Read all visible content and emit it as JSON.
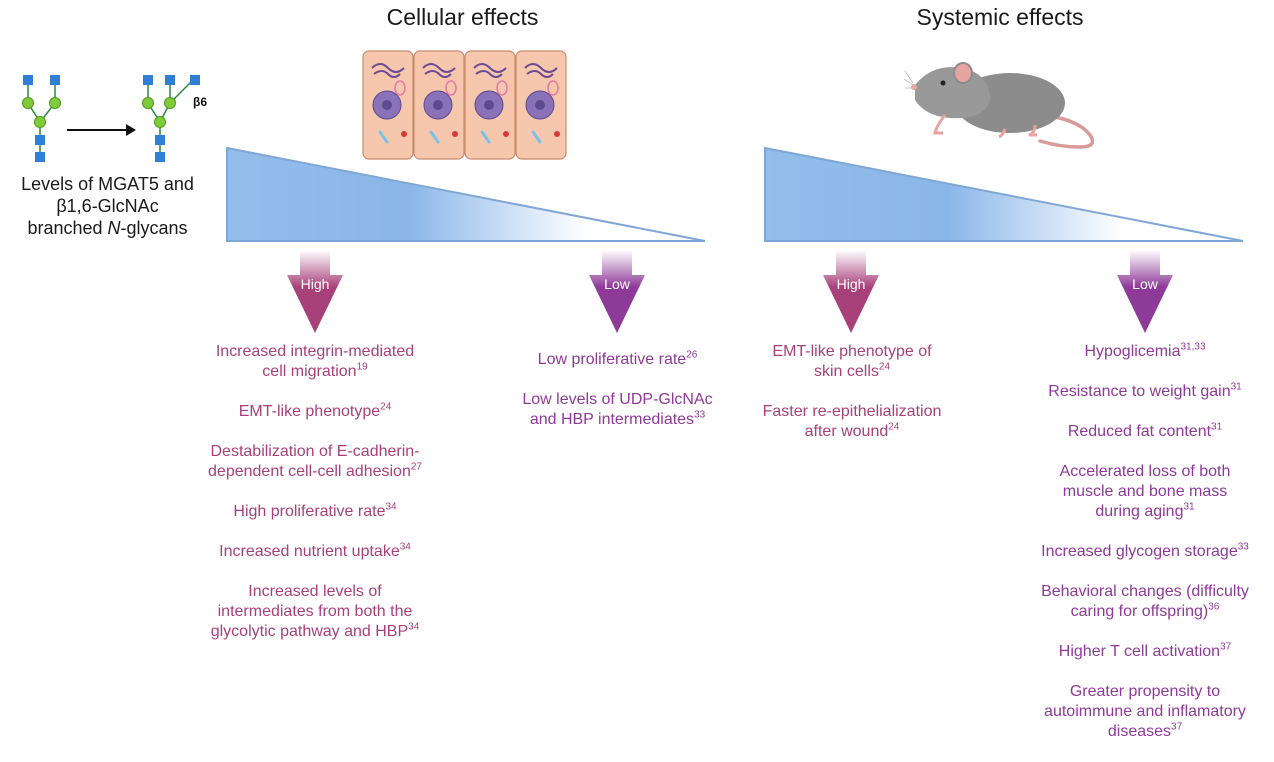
{
  "headings": {
    "cellular": "Cellular effects",
    "systemic": "Systemic effects"
  },
  "left_caption": {
    "line1": "Levels of MGAT5 and",
    "line2": "β1,6-GlcNAc",
    "line3_prefix": "branched ",
    "line3_italic": "N",
    "line3_suffix": "-glycans"
  },
  "glycan_label": "β6",
  "arrows": {
    "cell_high": "High",
    "cell_low": "Low",
    "sys_high": "High",
    "sys_low": "Low"
  },
  "cellular_high": [
    {
      "lines": [
        "Increased integrin-mediated",
        "cell migration"
      ],
      "ref": "19"
    },
    {
      "lines": [
        "EMT-like phenotype"
      ],
      "ref": "24"
    },
    {
      "lines": [
        "Destabilization of E-cadherin-",
        "dependent cell-cell adhesion"
      ],
      "ref": "27"
    },
    {
      "lines": [
        "High proliferative rate"
      ],
      "ref": "34"
    },
    {
      "lines": [
        "Increased nutrient uptake"
      ],
      "ref": "34"
    },
    {
      "lines": [
        "Increased levels of",
        "intermediates from both the",
        "glycolytic pathway and HBP"
      ],
      "ref": "34"
    }
  ],
  "cellular_low": [
    {
      "lines": [
        "Low proliferative rate"
      ],
      "ref": "26"
    },
    {
      "lines": [
        "Low levels of UDP-GlcNAc",
        "and HBP intermediates"
      ],
      "ref": "33"
    }
  ],
  "systemic_high": [
    {
      "lines": [
        "EMT-like phenotype of",
        "skin cells"
      ],
      "ref": "24"
    },
    {
      "lines": [
        "Faster re-epithelialization",
        "after wound"
      ],
      "ref": "24"
    }
  ],
  "systemic_low": [
    {
      "lines": [
        "Hypoglicemia"
      ],
      "ref": "31,33"
    },
    {
      "lines": [
        "Resistance to weight gain"
      ],
      "ref": "31"
    },
    {
      "lines": [
        "Reduced fat content"
      ],
      "ref": "31"
    },
    {
      "lines": [
        "Accelerated loss of both",
        "muscle and bone mass",
        "during aging"
      ],
      "ref": "31"
    },
    {
      "lines": [
        "Increased glycogen storage"
      ],
      "ref": "33"
    },
    {
      "lines": [
        "Behavioral changes (difficulty",
        "caring for offspring)"
      ],
      "ref": "36"
    },
    {
      "lines": [
        "Higher T cell activation"
      ],
      "ref": "37"
    },
    {
      "lines": [
        "Greater propensity to",
        "autoimmune and inflamatory",
        "diseases"
      ],
      "ref": "37"
    }
  ],
  "colors": {
    "pink": "#a8417a",
    "purple": "#8e3a98",
    "wedge_blue": "#8cb8e8",
    "glycan_blue": "#2f7fd6",
    "glycan_green": "#7fcb3a"
  }
}
